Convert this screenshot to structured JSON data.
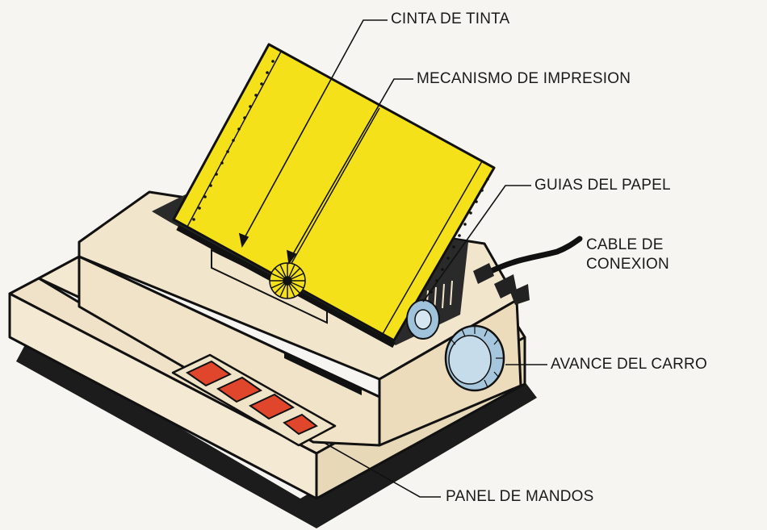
{
  "diagram": {
    "labels": {
      "cinta": "CINTA DE TINTA",
      "mecanismo": "MECANISMO DE IMPRESION",
      "guias": "GUIAS DEL PAPEL",
      "cable_line1": "CABLE DE",
      "cable_line2": "CONEXION",
      "avance": "AVANCE DEL CARRO",
      "panel": "PANEL DE MANDOS"
    },
    "colors": {
      "paper": "#f4e11a",
      "printer_body": "#f2e5cc",
      "shadow": "#1c1c1c",
      "buttons": "#e0462b",
      "outline": "#111111"
    },
    "control_panel": {
      "button_count": 4
    }
  }
}
